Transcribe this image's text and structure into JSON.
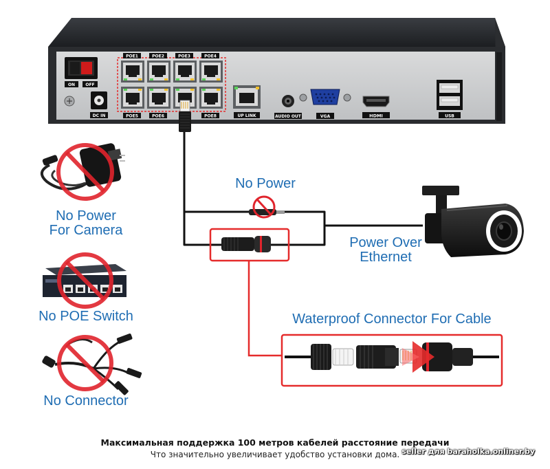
{
  "nvr": {
    "switch": {
      "on": "ON",
      "off": "OFF"
    },
    "ports_top": [
      "POE1",
      "POE2",
      "POE3",
      "POE4"
    ],
    "ports_bottom": [
      "POE5",
      "POE6",
      "",
      "POE8"
    ],
    "dc_in": "DC IN",
    "uplink": "UP LINK",
    "audio_out": "AUDIO OUT",
    "vga": "VGA",
    "hdmi": "HDMI",
    "usb": "USB"
  },
  "labels": {
    "no_power": "No Power",
    "no_power_camera_1": "No Power",
    "no_power_camera_2": "For Camera",
    "no_poe_switch": "No POE Switch",
    "no_connector": "No Connector",
    "power_over_1": "Power Over",
    "power_over_2": "Ethernet",
    "waterproof": "Waterproof Connector For Cable"
  },
  "caption": {
    "line1": "Максимальная поддержка 100 метров кабелей расстояние передачи",
    "line2": "Что значительно увеличивает удобство установки дома."
  },
  "watermark": "seller для baraholka.onliner.by",
  "colors": {
    "accent_blue": "#1f6db3",
    "prohibit_red": "#e0242c",
    "highlight_red": "#e52b2b"
  }
}
